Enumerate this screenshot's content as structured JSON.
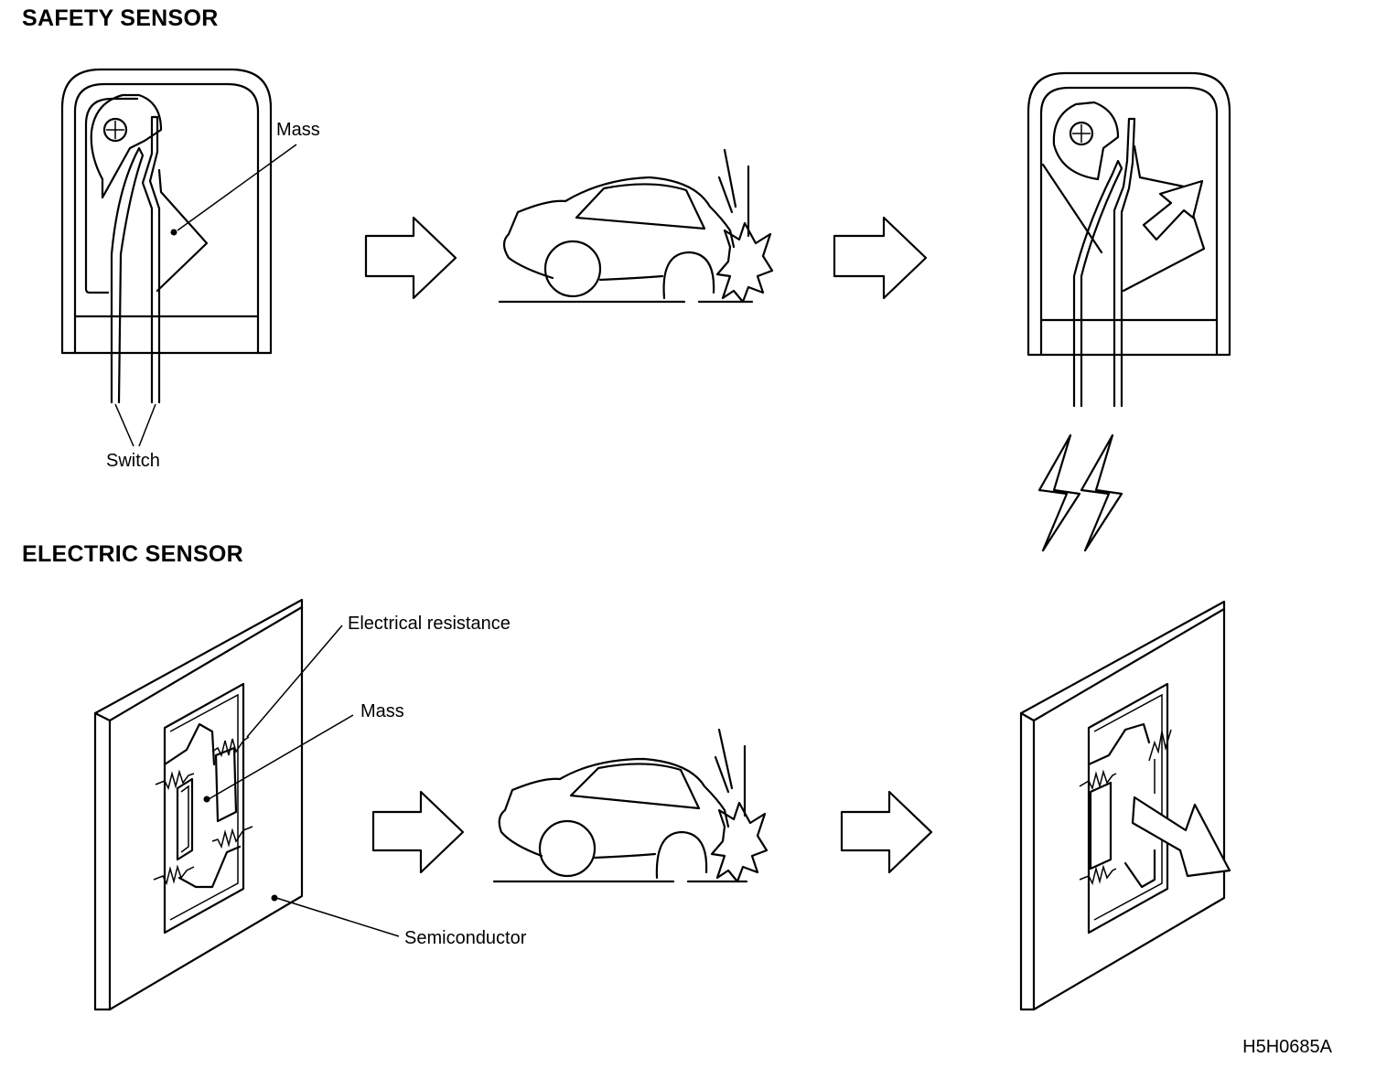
{
  "sections": {
    "safety": {
      "title": "SAFETY SENSOR"
    },
    "electric": {
      "title": "ELECTRIC SENSOR"
    }
  },
  "labels": {
    "safety_mass": "Mass",
    "switch": "Switch",
    "electrical_resistance": "Electrical resistance",
    "electric_mass": "Mass",
    "semiconductor": "Semiconductor"
  },
  "figure_code": "H5H0685A"
}
